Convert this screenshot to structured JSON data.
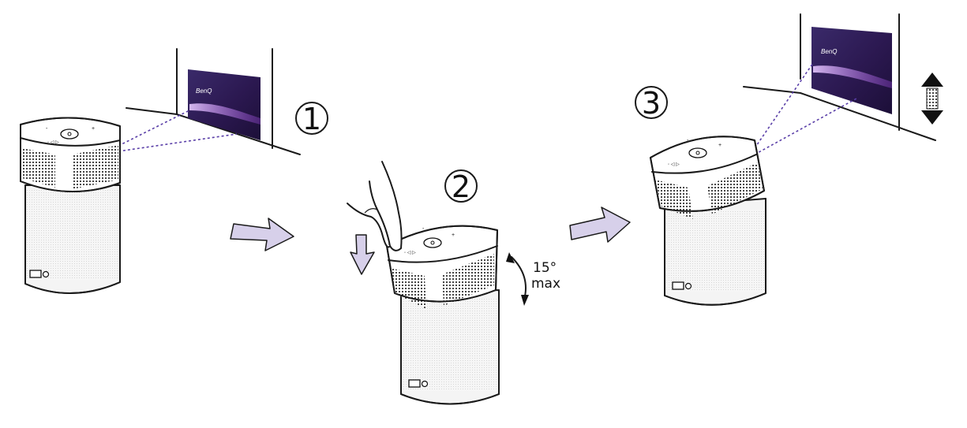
{
  "steps": [
    {
      "number": "1"
    },
    {
      "number": "2"
    },
    {
      "number": "3"
    }
  ],
  "tilt_label": {
    "angle": "15°",
    "limit": "max"
  },
  "screen_brand": "BenQ",
  "colors": {
    "accent_arrow": "#d7d0ea",
    "beam": "#5a3fa8",
    "screen_dark": "#2b1850",
    "screen_glow": "#b070e0"
  },
  "icons": [
    "projector-icon",
    "hand-press-icon",
    "arrow-right-icon",
    "arrow-down-icon",
    "tilt-arrow-icon",
    "up-down-arrow-icon"
  ]
}
